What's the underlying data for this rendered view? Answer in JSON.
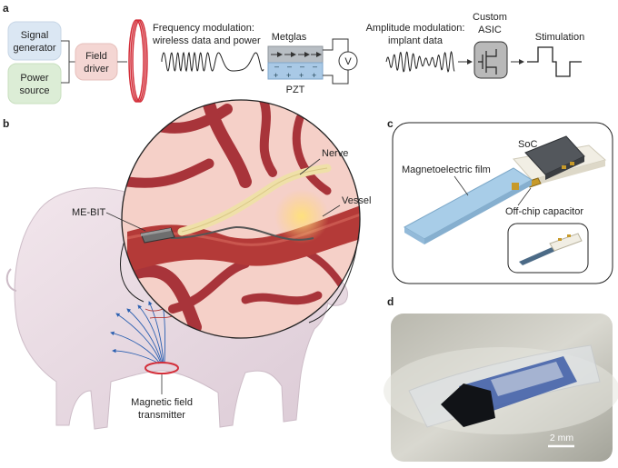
{
  "panels": {
    "a": "a",
    "b": "b",
    "c": "c",
    "d": "d"
  },
  "a": {
    "signal_generator": [
      "Signal",
      "generator"
    ],
    "power_source": [
      "Power",
      "source"
    ],
    "field_driver": [
      "Field",
      "driver"
    ],
    "freq_mod": [
      "Frequency modulation:",
      "wireless data and power"
    ],
    "metglas": "Metglas",
    "pzt": "PZT",
    "voltmeter": "V",
    "amp_mod": [
      "Amplitude modulation:",
      "implant data"
    ],
    "asic": [
      "Custom",
      "ASIC"
    ],
    "stimulation": "Stimulation"
  },
  "b": {
    "nerve": "Nerve",
    "vessel": "Vessel",
    "me_bit": "ME-BIT",
    "transmitter": [
      "Magnetic field",
      "transmitter"
    ]
  },
  "c": {
    "soc": "SoC",
    "film": "Magnetoelectric film",
    "capacitor": "Off-chip capacitor"
  },
  "d": {
    "scale": "2 mm"
  },
  "colors": {
    "signal_box": "#dbe7f3",
    "power_box": "#dcedd6",
    "driver_box": "#f4d6d3",
    "coil": "#d32f3a",
    "metglas": "#b8bec4",
    "pzt": "#a9c9e6",
    "asic_box": "#b9b9b9",
    "vessel": "#b43a38",
    "nerve": "#efe0a8",
    "tissue": "#f2c9c0",
    "pig": "#eadde4",
    "film": "#a8cde8"
  }
}
